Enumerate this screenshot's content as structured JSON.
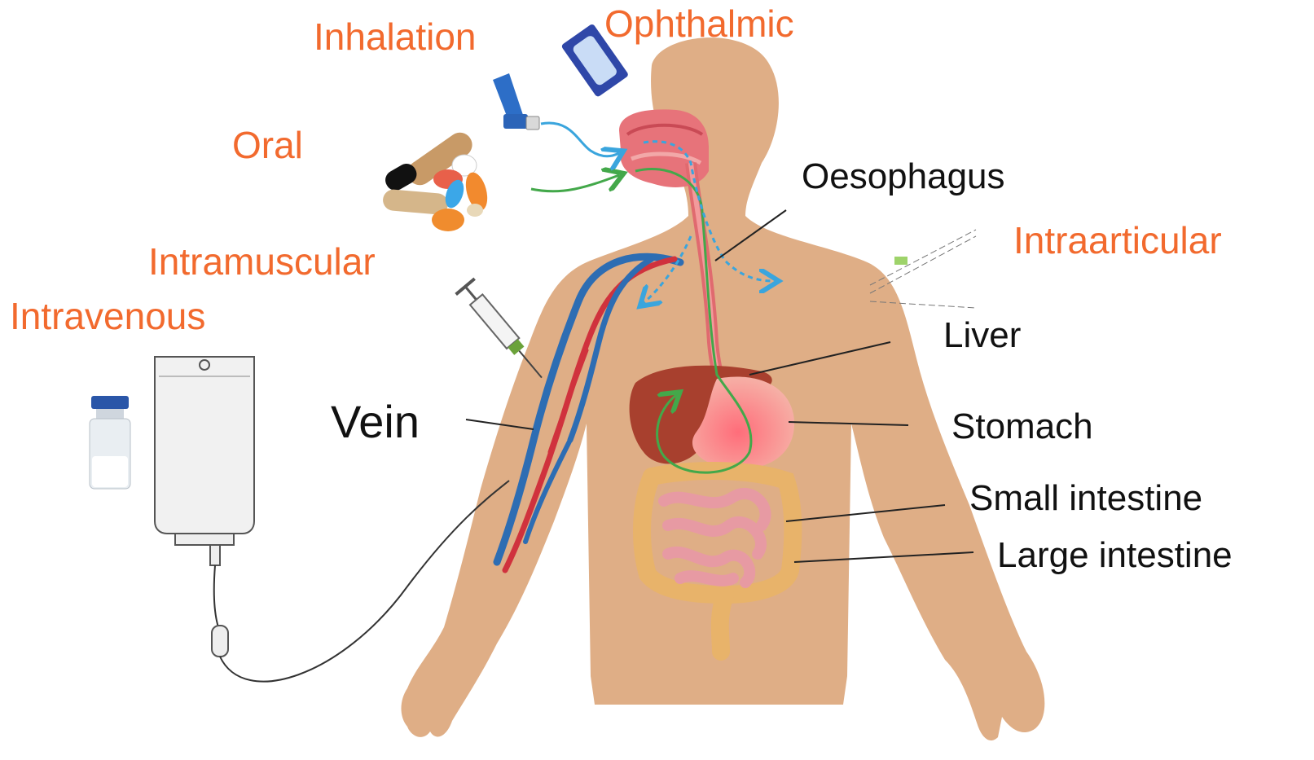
{
  "routes": {
    "inhalation": "Inhalation",
    "ophthalmic": "Ophthalmic",
    "oral": "Oral",
    "intramuscular": "Intramuscular",
    "intravenous": "Intravenous",
    "intraarticular": "Intraarticular"
  },
  "organs": {
    "oesophagus": "Oesophagus",
    "liver": "Liver",
    "vein": "Vein",
    "stomach": "Stomach",
    "small_intestine": "Small intestine",
    "large_intestine": "Large intestine"
  },
  "colors": {
    "route_label": "#f26a2e",
    "skin": "#dfae86",
    "vein": "#2d6db3",
    "artery": "#d0323d",
    "drug_path": "#43a84a",
    "air_path": "#3aa5dd",
    "liver": "#a8402e",
    "stomach": "#ef9a93",
    "intestine": "#e79aa3",
    "large_intestine": "#e8b36a"
  },
  "icons": [
    "inhaler-icon",
    "eye-drop-icon",
    "pills-icon",
    "syringe-icon",
    "iv-bag-icon",
    "vial-icon"
  ]
}
